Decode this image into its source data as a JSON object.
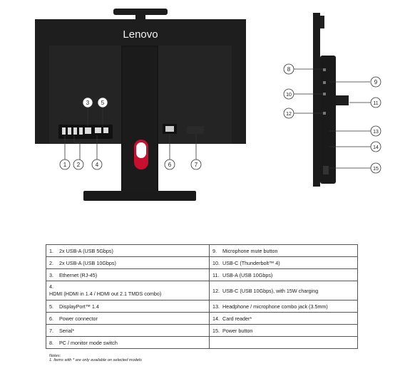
{
  "brand_logo": "Lenovo",
  "callouts": {
    "rear": [
      "1",
      "2",
      "3",
      "4",
      "5",
      "6",
      "7"
    ],
    "side": [
      "8",
      "9",
      "10",
      "11",
      "12",
      "13",
      "14",
      "15"
    ]
  },
  "table": {
    "rows": [
      {
        "left": {
          "num": "1.",
          "text": "2x USB-A (USB 5Gbps)"
        },
        "right": {
          "num": "9.",
          "text": "Microphone mute button"
        }
      },
      {
        "left": {
          "num": "2.",
          "text": "2x USB-A (USB 10Gbps)"
        },
        "right": {
          "num": "10.",
          "text": "USB-C (Thunderbolt™ 4)"
        }
      },
      {
        "left": {
          "num": "3.",
          "text": "Ethernet (RJ-45)"
        },
        "right": {
          "num": "11.",
          "text": "USB-A (USB 10Gbps)"
        }
      },
      {
        "left": {
          "num": "4.",
          "text": "HDMI (HDMI in 1.4 / HDMI out 2.1 TMDS combo)"
        },
        "right": {
          "num": "12.",
          "text": "USB-C (USB 10Gbps), with 15W charging"
        }
      },
      {
        "left": {
          "num": "5.",
          "text": "DisplayPort™ 1.4"
        },
        "right": {
          "num": "13.",
          "text": "Headphone / microphone combo jack (3.5mm)"
        }
      },
      {
        "left": {
          "num": "6.",
          "text": "Power connector"
        },
        "right": {
          "num": "14.",
          "text": "Card reader*"
        }
      },
      {
        "left": {
          "num": "7.",
          "text": "Serial*"
        },
        "right": {
          "num": "15.",
          "text": "Power button"
        }
      },
      {
        "left": {
          "num": "8.",
          "text": "PC / monitor mode switch"
        },
        "right": {
          "num": "",
          "text": ""
        }
      }
    ]
  },
  "notes": {
    "title": "Notes:",
    "items": [
      "1. Items with * are only available on selected models"
    ]
  },
  "colors": {
    "body": "#1c1c1c",
    "cable_clip": "#c8102e"
  }
}
